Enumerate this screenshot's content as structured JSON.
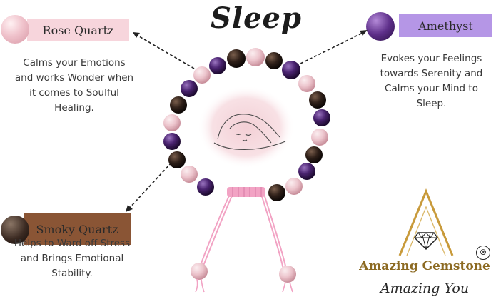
{
  "title": "Sleep",
  "stones": {
    "rose": {
      "label": "Rose Quartz",
      "desc": [
        "Calms your Emotions",
        "and works Wonder when",
        "it comes to Soulful",
        "Healing."
      ]
    },
    "amethyst": {
      "label": "Amethyst",
      "desc": [
        "Evokes your Feelings",
        "towards Serenity and",
        "Calms your Mind to",
        "Sleep."
      ]
    },
    "smoky": {
      "label": "Smoky Quartz",
      "desc": [
        "Helps to Ward off Stress",
        "and Brings Emotional",
        "Stability."
      ]
    }
  },
  "brand": {
    "name": "Amazing Gemstone",
    "registered": "®",
    "tagline": "Amazing You"
  },
  "colors": {
    "rose_label_bg": "#f7d5dc",
    "amethyst_label_bg": "#b596e6",
    "smoky_label_bg": "#8a5535",
    "cord": "#f3a0c4",
    "gold": "#c89a3a"
  },
  "icons": [
    "sleeping-girl-icon",
    "diamond-logo-icon"
  ]
}
